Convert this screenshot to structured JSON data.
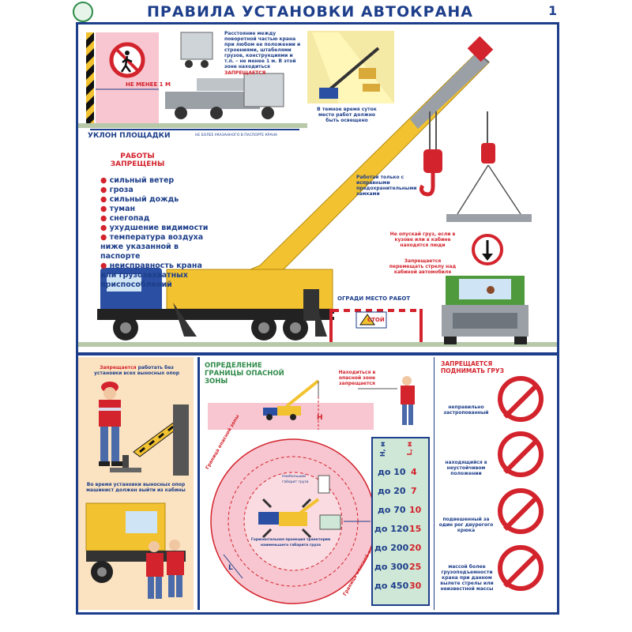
{
  "header": {
    "title": "ПРАВИЛА УСТАНОВКИ АВТОКРАНА",
    "sheet_number": "1"
  },
  "top": {
    "distance_label": "НЕ МЕНЕЕ 1 М",
    "distance_note": "Расстояние между поворотной частью крана при любом ее положении и строениями, штабелями грузов, конструкциями и т.п. – не менее 1 м. В этой зоне находиться",
    "distance_forbidden": "ЗАПРЕЩАЕТСЯ",
    "night_note": "В темное время суток место работ должно быть освещено",
    "slope_label": "УКЛОН ПЛОЩАДКИ",
    "slope_note": "НЕ БОЛЕЕ УКАЗАННОГО В ПАСПОРТЕ КРАНА",
    "works_forbidden_title": "РАБОТЫ ЗАПРЕЩЕНЫ",
    "works_forbidden_items": [
      "сильный ветер",
      "гроза",
      "сильный дождь",
      "туман",
      "снегопад",
      "ухудшение видимости",
      "температура воздуха ниже указанной в паспорте",
      "неисправность крана или грузозахватных приспособлений"
    ],
    "hooks_note": "Работай только с исправными предохранительными замками",
    "no_lower_note": "Не опускай груз, если в кузове или в кабине находятся люди",
    "no_boom_note": "Запрещается перемещать стрелу над кабиной автомобиля",
    "fence_label": "ОГРАДИ МЕСТО РАБОТ",
    "stop_sign": "СТОЙ"
  },
  "bottom_left": {
    "outriggers_note_red": "Запрещается",
    "outriggers_note": "работать без установки всех выносных опор",
    "cabin_note": "Во время установки выносных опор машинист должен выйти из кабины"
  },
  "bottom_mid": {
    "title": "ОПРЕДЕЛЕНИЕ ГРАНИЦЫ ОПАСНОЙ ЗОНЫ",
    "danger_note": "Находиться в опасной зоне запрещается",
    "zone_label_1": "Граница опасной зоны",
    "zone_label_2": "Граница опасной зоны",
    "max_size_note": "Наибольший габарит груза",
    "dist_note": "Горизонтальная проекция траектории наименьшего габарита груза",
    "letter_H": "H",
    "letter_L": "L",
    "table_header_h": "H, м",
    "table_header_l": "L, м",
    "table_rows": [
      {
        "h": "до 10",
        "l": "4"
      },
      {
        "h": "до 20",
        "l": "7"
      },
      {
        "h": "до 70",
        "l": "10"
      },
      {
        "h": "до 120",
        "l": "15"
      },
      {
        "h": "до 200",
        "l": "20"
      },
      {
        "h": "до 300",
        "l": "25"
      },
      {
        "h": "до 450",
        "l": "30"
      }
    ]
  },
  "bottom_right": {
    "title": "ЗАПРЕЩАЕТСЯ ПОДНИМАТЬ ГРУЗ",
    "items": [
      "неправильно застропованный",
      "находящийся в неустойчивом положении",
      "подвешенный за один рог двурогого крюка",
      "массой более грузоподъемности крана при данном вылете стрелы или неизвестной массы"
    ]
  },
  "colors": {
    "frame_blue": "#1d3e8a",
    "alert_red": "#d3232c",
    "crane_yellow": "#f2c230",
    "truck_blue": "#2b4fa3",
    "zone_pink": "#f7c6d0",
    "table_green": "#cfe7d6",
    "cab_green": "#4f9a3d",
    "panel_peach": "#fbe3c2"
  }
}
